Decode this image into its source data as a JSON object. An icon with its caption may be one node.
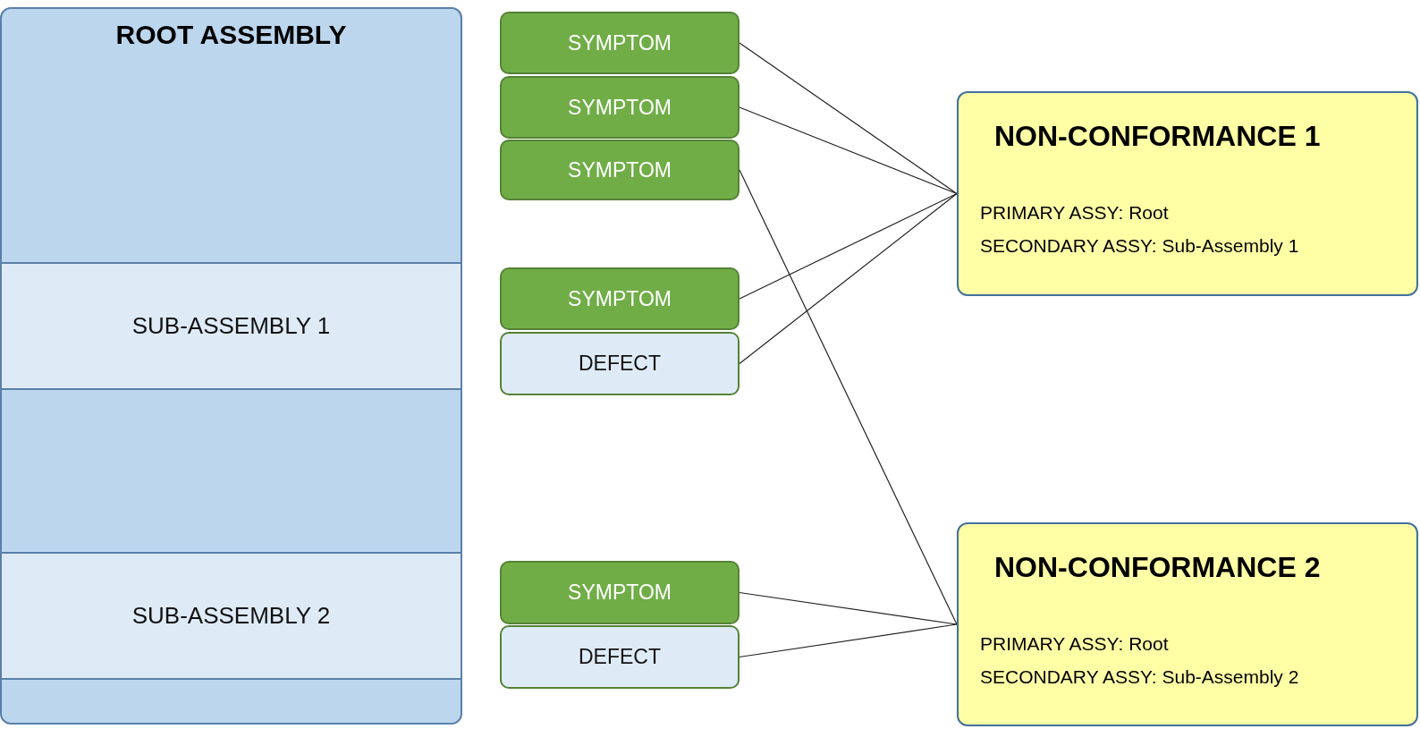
{
  "diagram": {
    "nodes": [
      {
        "text": [
          "ROOT ASSEMBLY"
        ]
      },
      {
        "text": [
          "SUB-ASSEMBLY 1"
        ],
        "in": 0
      },
      {
        "text": [
          "SUB-ASSEMBLY 2"
        ],
        "in": 0
      },
      {
        "text": [
          "SYMPTOM"
        ]
      },
      {
        "text": [
          "SYMPTOM"
        ]
      },
      {
        "text": [
          "SYMPTOM"
        ]
      },
      {
        "text": [
          "SYMPTOM"
        ]
      },
      {
        "text": [
          "DEFECT"
        ]
      },
      {
        "text": [
          "SYMPTOM"
        ]
      },
      {
        "text": [
          "DEFECT"
        ]
      },
      {
        "text": [
          "NON-CONFORMANCE 1",
          "PRIMARY ASSY: Root",
          "SECONDARY ASSY: Sub-Assembly 1"
        ]
      },
      {
        "text": [
          "NON-CONFORMANCE 2",
          "PRIMARY ASSY: Root",
          "SECONDARY ASSY: Sub-Assembly 2"
        ]
      }
    ],
    "edges": [
      {
        "from": 3,
        "to": 10,
        "arrow": "none"
      },
      {
        "from": 4,
        "to": 10,
        "arrow": "none"
      },
      {
        "from": 5,
        "to": 11,
        "arrow": "none"
      },
      {
        "from": 6,
        "to": 10,
        "arrow": "none"
      },
      {
        "from": 7,
        "to": 10,
        "arrow": "none"
      },
      {
        "from": 8,
        "to": 11,
        "arrow": "none"
      },
      {
        "from": 9,
        "to": 11,
        "arrow": "none"
      }
    ]
  }
}
